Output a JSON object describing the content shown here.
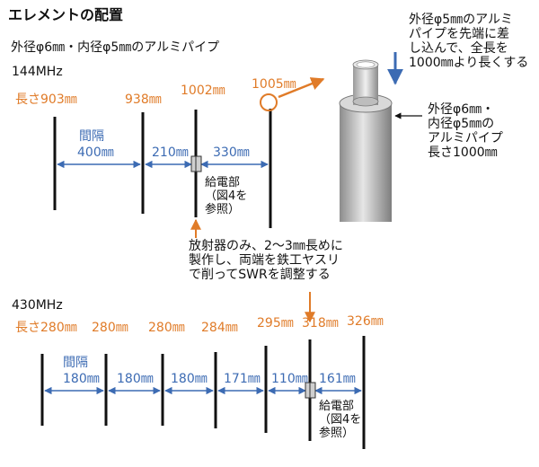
{
  "title": "エレメントの配置",
  "subtitle": "外径φ6㎜・内径φ5㎜のアルミパイプ",
  "band144": {
    "label": "144MHz",
    "length_prefix": "長さ",
    "element_lengths": [
      "903㎜",
      "938㎜",
      "1002㎜",
      "1005㎜"
    ],
    "spacing_label": "間隔",
    "spacings": [
      "400㎜",
      "210㎜",
      "330㎜"
    ],
    "feed_label": "給電部\n（図4を\n参照）"
  },
  "radiator_note": "放射器のみ、2～3㎜長めに\n製作し、両端を鉄工ヤスリ\nで削ってSWRを調整する",
  "pipe_detail": {
    "inner_note": "外径φ5㎜のアルミ\nパイプを先端に差\nし込んで、全長を\n1000㎜より長くする",
    "outer_note": "外径φ6㎜・\n内径φ5㎜の\nアルミパイプ\n長さ1000㎜"
  },
  "band430": {
    "label": "430MHz",
    "length_prefix": "長さ",
    "element_lengths": [
      "280㎜",
      "280㎜",
      "280㎜",
      "284㎜",
      "295㎜",
      "318㎜",
      "326㎜"
    ],
    "spacing_label": "間隔",
    "spacings": [
      "180㎜",
      "180㎜",
      "180㎜",
      "171㎜",
      "110㎜",
      "161㎜"
    ],
    "feed_label": "給電部\n（図4を\n参照）"
  },
  "colors": {
    "accent_orange": "#e07b28",
    "accent_blue": "#3c6bb3",
    "pipe_gray": "#a9a9a9"
  }
}
